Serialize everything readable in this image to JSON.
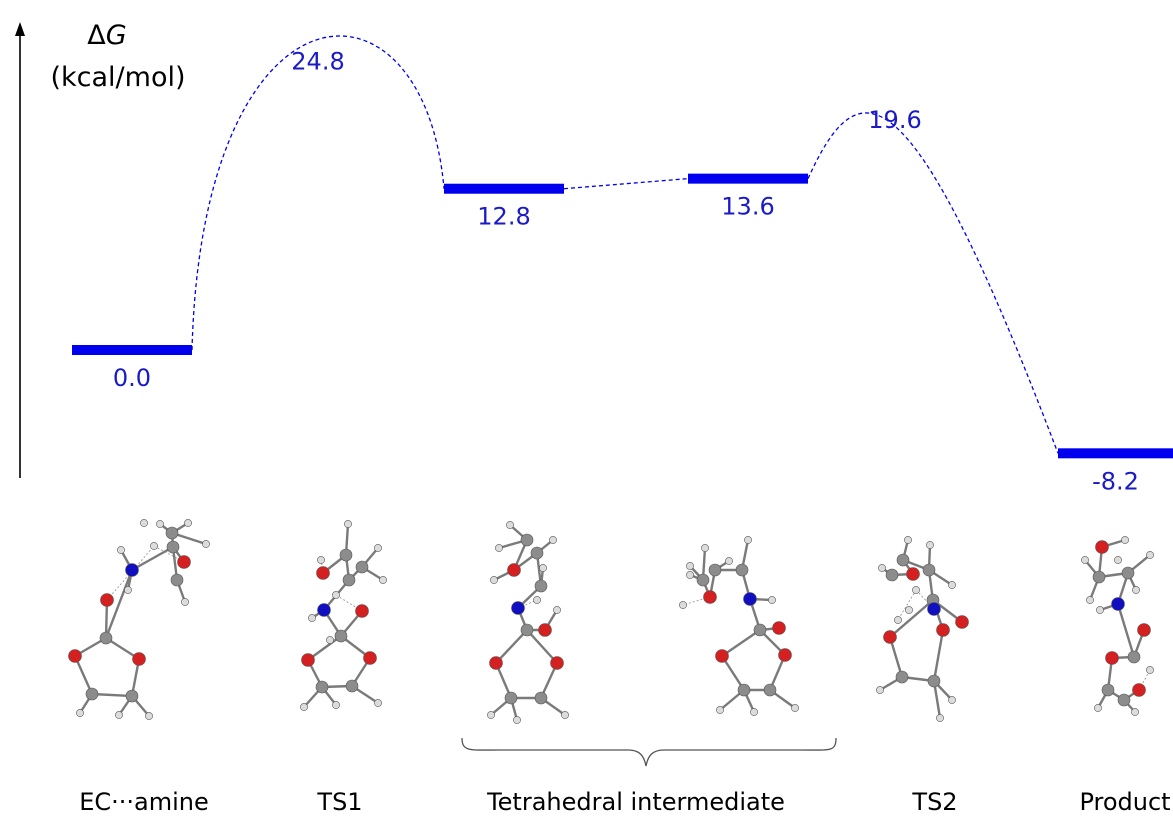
{
  "axis": {
    "delta_symbol": "Δ",
    "variable": "G",
    "unit": "(kcal/mol)"
  },
  "colors": {
    "level": "#0000ee",
    "label": "#1a1ac8",
    "axis": "#000000",
    "carbon": "#8c8c8c",
    "oxygen": "#d42020",
    "nitrogen": "#1010c0",
    "hydrogen": "#dcdcdc"
  },
  "chart_data": {
    "type": "energy-profile",
    "ylabel": "ΔG (kcal/mol)",
    "states": [
      {
        "value": 0.0,
        "label": "0.0",
        "kind": "minimum"
      },
      {
        "value": 24.8,
        "label": "24.8",
        "kind": "transition-state"
      },
      {
        "value": 12.8,
        "label": "12.8",
        "kind": "minimum"
      },
      {
        "value": 13.6,
        "label": "13.6",
        "kind": "minimum"
      },
      {
        "value": 19.6,
        "label": "19.6",
        "kind": "transition-state"
      },
      {
        "value": -8.2,
        "label": "-8.2",
        "kind": "minimum"
      }
    ]
  },
  "species": [
    {
      "label": "EC···amine"
    },
    {
      "label": "TS1"
    },
    {
      "label": "Tetrahedral intermediate"
    },
    {
      "label": "TS2"
    },
    {
      "label": "Product"
    }
  ],
  "molecules": [
    {
      "icon": "molecule-ec-amine-icon"
    },
    {
      "icon": "molecule-ts1-icon"
    },
    {
      "icon": "molecule-intermediate-1-icon"
    },
    {
      "icon": "molecule-intermediate-2-icon"
    },
    {
      "icon": "molecule-ts2-icon"
    },
    {
      "icon": "molecule-product-icon"
    }
  ]
}
